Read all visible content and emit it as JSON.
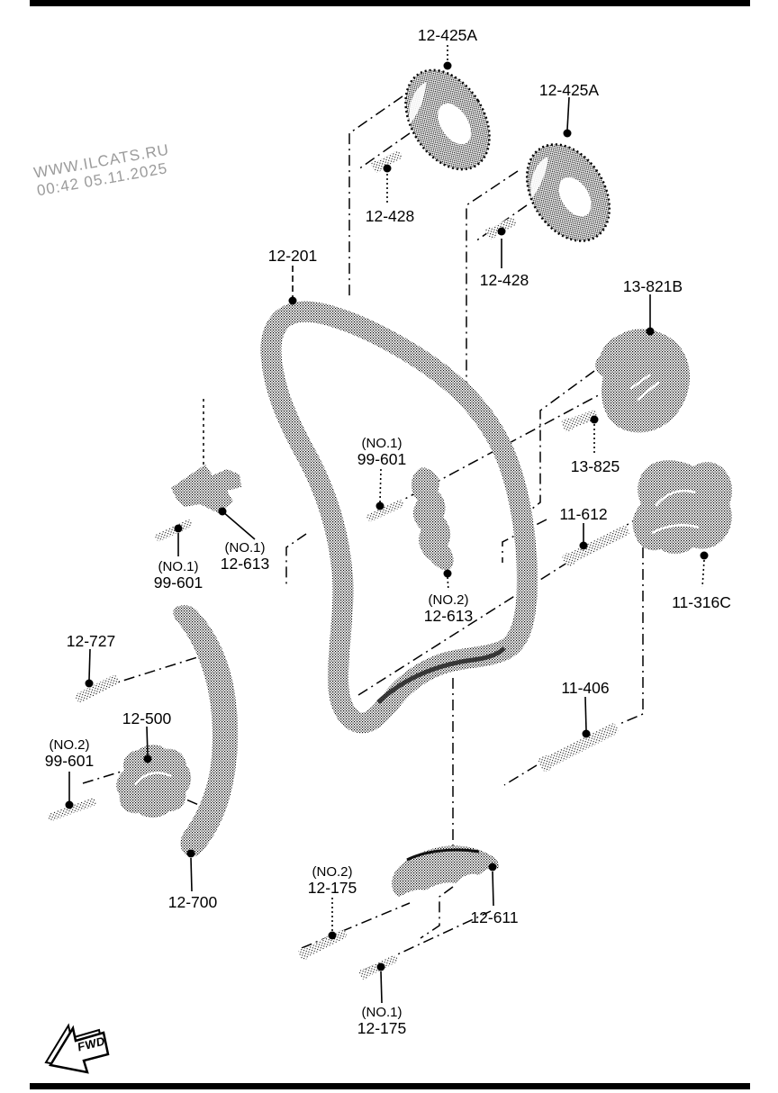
{
  "watermark": {
    "line1": "WWW.ILCATS.RU",
    "line2": "00:42 05.11.2025"
  },
  "fwd": {
    "label": "FWD"
  },
  "labels": {
    "cam_sprocket_1": {
      "code": "12-425A"
    },
    "cam_sprocket_2": {
      "code": "12-425A"
    },
    "cam_bolt_1": {
      "code": "12-428"
    },
    "cam_bolt_2": {
      "code": "12-428"
    },
    "timing_chain": {
      "code": "12-201"
    },
    "pump_sprocket": {
      "code": "13-821B"
    },
    "pump_bolt": {
      "code": "13-825"
    },
    "idler_bolt": {
      "code": "11-612"
    },
    "crank_sprocket": {
      "code": "11-316C"
    },
    "crank_bolt": {
      "code": "11-406"
    },
    "stud_no1_left": {
      "note": "(NO.1)",
      "code": "99-601"
    },
    "guide_no1": {
      "note": "(NO.1)",
      "code": "12-613"
    },
    "stud_no1_center": {
      "note": "(NO.1)",
      "code": "99-601"
    },
    "guide_no2": {
      "note": "(NO.2)",
      "code": "12-613"
    },
    "tensioner_bolt": {
      "code": "12-727"
    },
    "tensioner": {
      "code": "12-500"
    },
    "stud_no2": {
      "note": "(NO.2)",
      "code": "99-601"
    },
    "chain_guide": {
      "code": "12-700"
    },
    "bolt_175_no2": {
      "note": "(NO.2)",
      "code": "12-175"
    },
    "tensioner_arm": {
      "code": "12-611"
    },
    "bolt_175_no1": {
      "note": "(NO.1)",
      "code": "12-175"
    }
  }
}
